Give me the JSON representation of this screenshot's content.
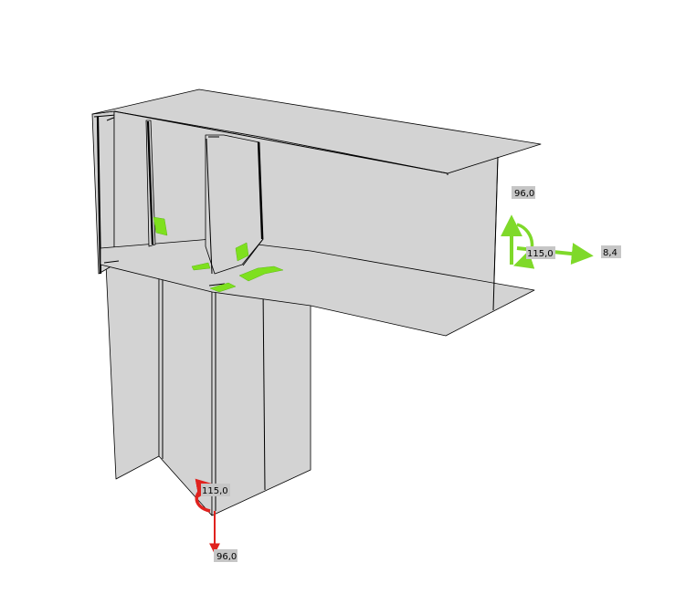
{
  "colors": {
    "background": "#ffffff",
    "steel_face": "#d3d3d3",
    "weld": "#7ee01e",
    "load_green": "#7fd92a",
    "load_red": "#e0221e",
    "label_box": "#c6c6c6"
  },
  "loads": {
    "beam_end": {
      "shear_value": "96,0",
      "moment_value": "115,0",
      "axial_value": "8,4"
    },
    "column_end": {
      "moment_value": "115,0",
      "axial_value": "96,0"
    }
  }
}
